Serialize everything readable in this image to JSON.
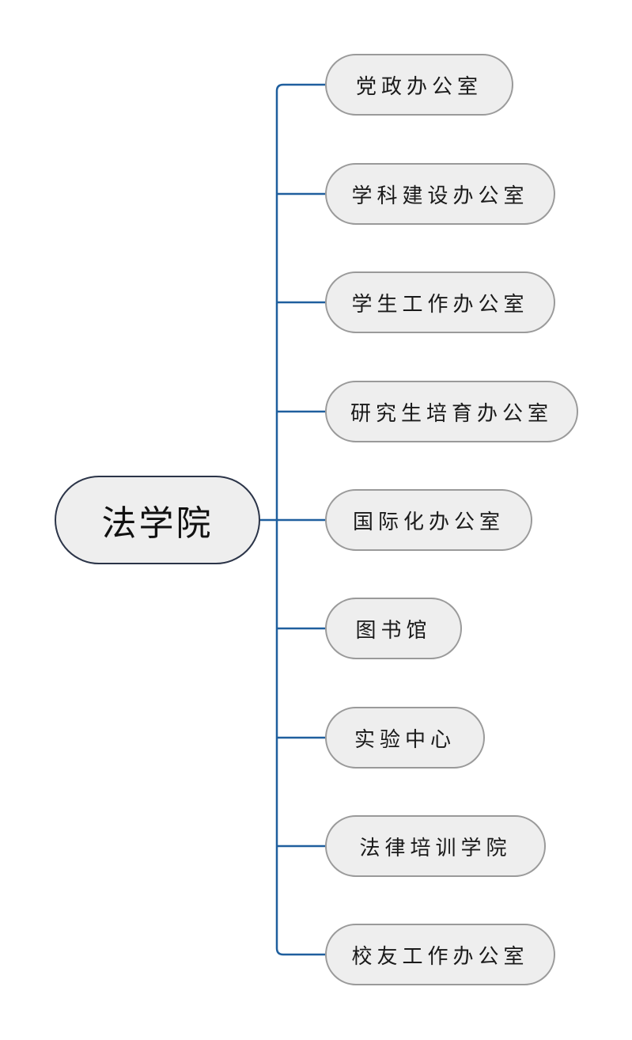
{
  "diagram": {
    "root": {
      "label": "法学院"
    },
    "children": [
      {
        "label": "党政办公室"
      },
      {
        "label": "学科建设办公室"
      },
      {
        "label": "学生工作办公室"
      },
      {
        "label": "研究生培育办公室"
      },
      {
        "label": "国际化办公室"
      },
      {
        "label": "图书馆"
      },
      {
        "label": "实验中心"
      },
      {
        "label": "法律培训学院"
      },
      {
        "label": "校友工作办公室"
      }
    ],
    "colors": {
      "connector": "#1f5f9e",
      "root_border": "#2b3448",
      "node_border": "#9a9a9a",
      "node_fill": "#eeeeee"
    }
  }
}
